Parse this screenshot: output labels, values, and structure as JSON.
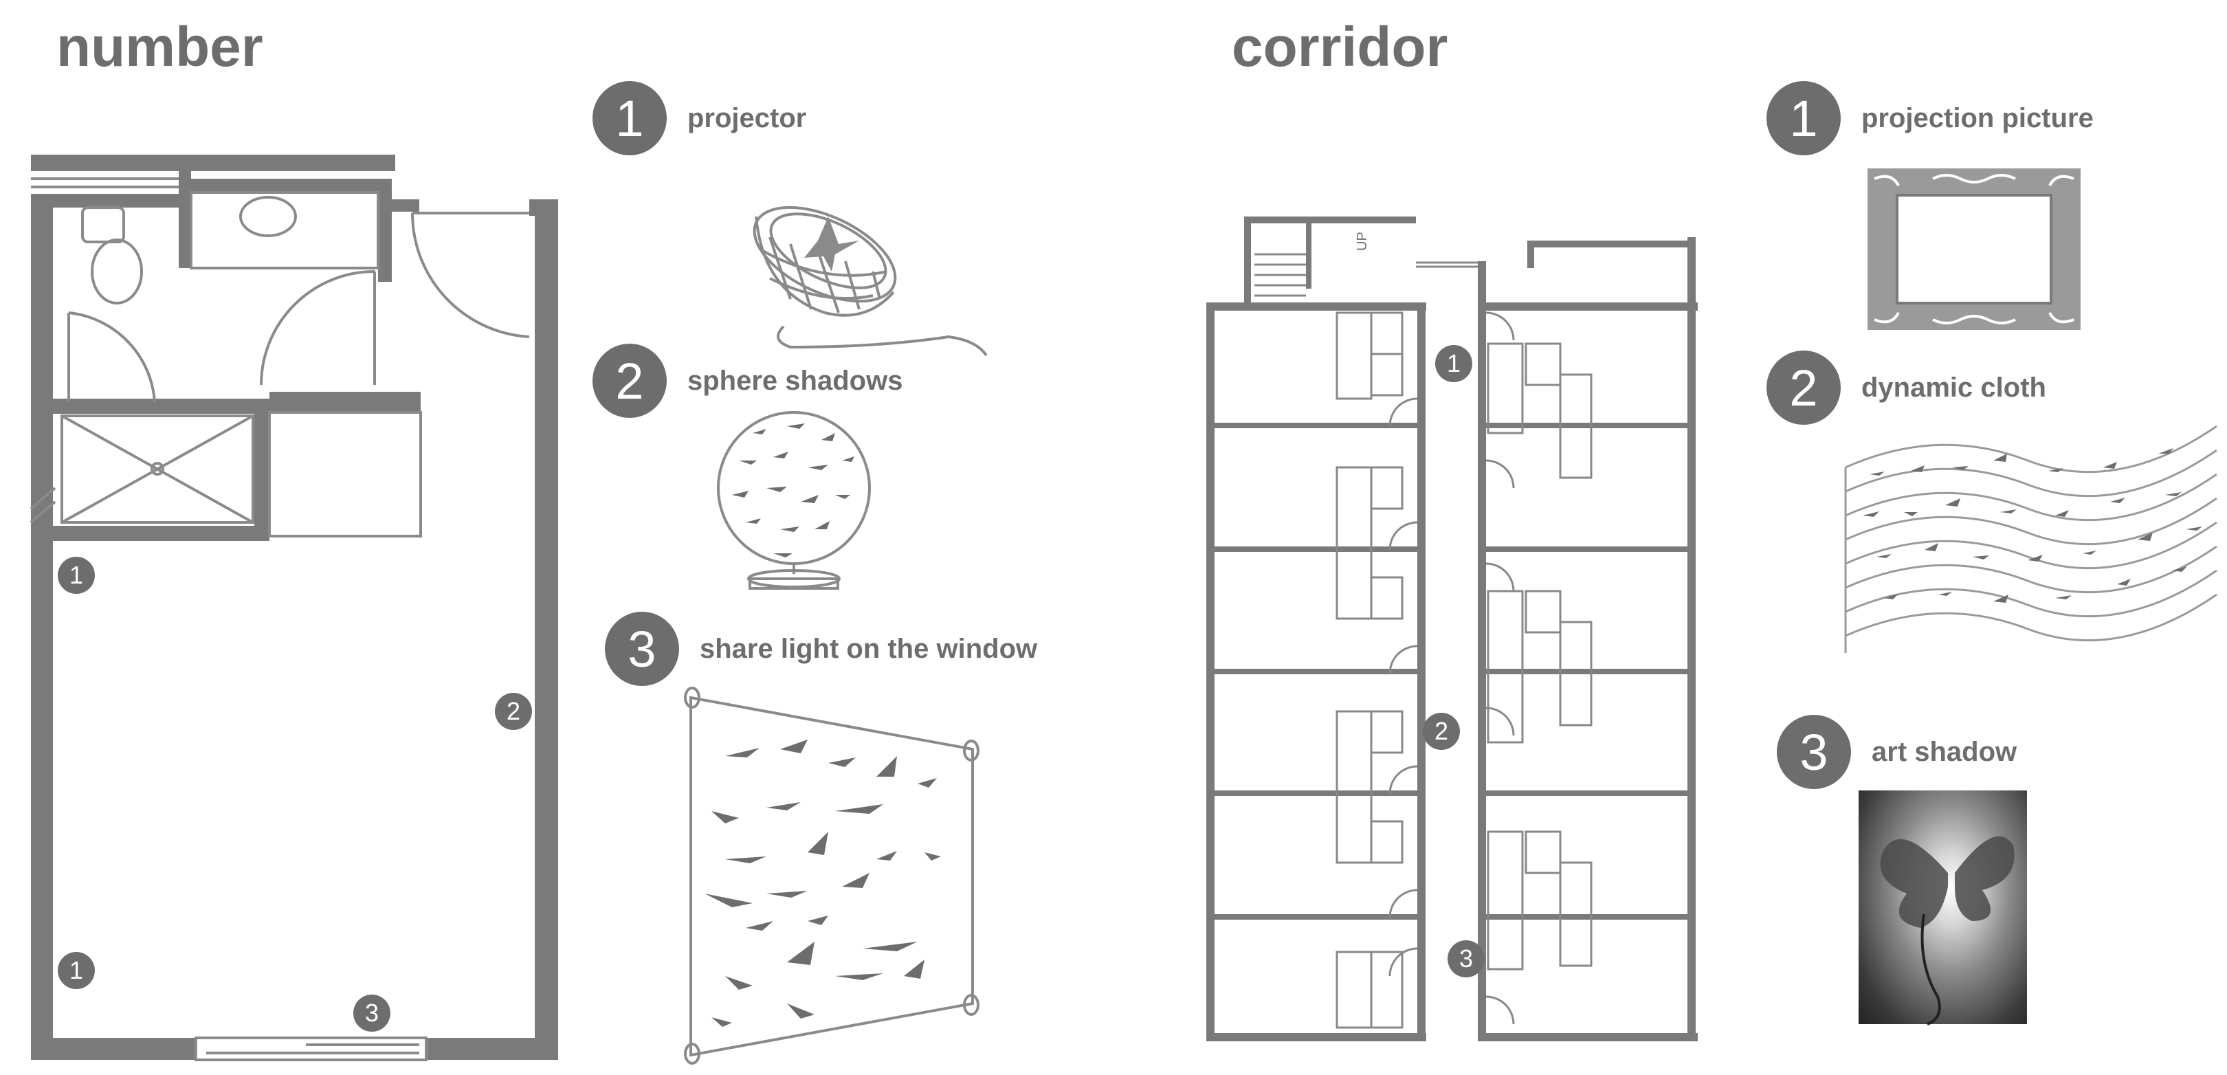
{
  "left": {
    "title": "number",
    "legend": [
      {
        "num": "1",
        "label": "projector"
      },
      {
        "num": "2",
        "label": "sphere shadows"
      },
      {
        "num": "3",
        "label": "share light on the window"
      }
    ],
    "plan_markers": [
      "1",
      "2",
      "1",
      "3"
    ],
    "plan_text": ""
  },
  "right": {
    "title": "corridor",
    "legend": [
      {
        "num": "1",
        "label": "projection picture"
      },
      {
        "num": "2",
        "label": "dynamic cloth"
      },
      {
        "num": "3",
        "label": "art shadow"
      }
    ],
    "plan_markers": [
      "1",
      "2",
      "3"
    ],
    "stair_label": "UP"
  },
  "colors": {
    "ink": "#6d6d6d",
    "line": "#888888",
    "wall": "#7a7a7a"
  }
}
